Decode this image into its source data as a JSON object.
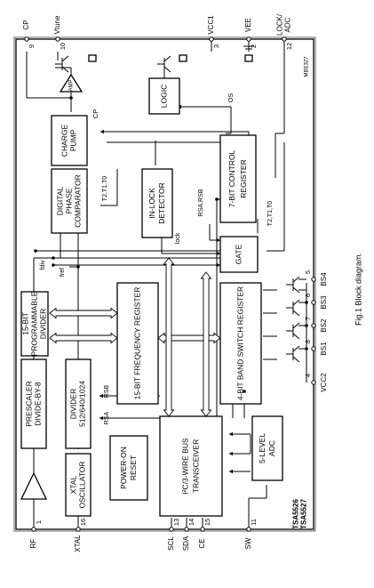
{
  "chip_names": [
    "TSA5526",
    "TSA5527"
  ],
  "doc_ref": "MBE327",
  "caption": "Fig.1  Block diagram.",
  "blocks": {
    "prescaler": [
      "PRESCALER",
      "DIVIDE-BY-8"
    ],
    "divider": [
      "DIVIDER",
      "512/640/1024"
    ],
    "xtal_osc": [
      "XTAL",
      "OSCILLATOR"
    ],
    "prog_divider": [
      "15-BIT",
      "PROGRAMMABLE",
      "DIVIDER"
    ],
    "phase_comp": [
      "DIGITAL",
      "PHASE",
      "COMPARATOR"
    ],
    "charge_pump": [
      "CHARGE",
      "PUMP"
    ],
    "inlock": [
      "IN-LOCK",
      "DETECTOR"
    ],
    "logic": "LOGIC",
    "amp": "AMP",
    "control_reg": [
      "7-BIT CONTROL",
      "REGISTER"
    ],
    "gate": "GATE",
    "freq_reg": "15-BIT FREQUENCY REGISTER",
    "band_reg": "4-BIT BAND SWITCH REGISTER",
    "por": [
      "POWER-ON",
      "RESET"
    ],
    "transceiver": [
      "I²C/3-WIRE BUS",
      "TRANSCEIVER"
    ],
    "adc": [
      "5-LEVEL",
      "ADC"
    ]
  },
  "pins": {
    "cp": {
      "num": "9",
      "name": "CP"
    },
    "vtune": {
      "num": "10",
      "name": "Vtune"
    },
    "vcc1": {
      "num": "3",
      "name": "VCC1"
    },
    "vee": {
      "num": "2",
      "name": "VEE"
    },
    "lock": {
      "num": "12",
      "name": "LOCK/\nADC"
    },
    "rf": {
      "num": "1",
      "name": "RF"
    },
    "xtal": {
      "num": "16",
      "name": "XTAL"
    },
    "scl": {
      "num": "13",
      "name": "SCL"
    },
    "sda": {
      "num": "14",
      "name": "SDA"
    },
    "ce": {
      "num": "15",
      "name": "CE"
    },
    "sw": {
      "num": "11",
      "name": "SW"
    },
    "bs4": {
      "num": "5",
      "name": "BS4"
    },
    "bs3": {
      "num": "6",
      "name": "BS3"
    },
    "bs2": {
      "num": "7",
      "name": "BS2"
    },
    "bs1": {
      "num": "8",
      "name": "BS1"
    },
    "vcc2": {
      "num": "4",
      "name": "VCC2"
    }
  },
  "signals": {
    "os": "OS",
    "cp": "CP",
    "t2t1t0": "T2,T1,T0",
    "rsa_rsb": "RSA,RSB",
    "lock": "lock",
    "fdiv": "fdiv",
    "fref": "fref",
    "rsb": "RSB",
    "rsa": "RSA"
  }
}
